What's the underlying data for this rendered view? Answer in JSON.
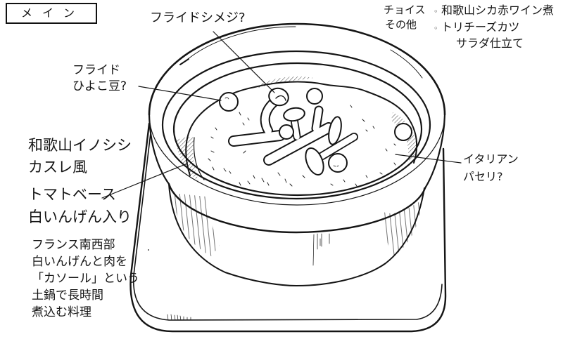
{
  "colors": {
    "ink": "#151515",
    "paper": "#ffffff"
  },
  "title_box": {
    "label": "メイン"
  },
  "annotations": {
    "fried_shimeji": "フライドシメジ?",
    "fried_chickpea": [
      "フライド",
      "ひよこ豆?"
    ],
    "dish_name": [
      "和歌山イノシシ",
      "カスレ風"
    ],
    "base": [
      "トマトベース",
      "白いんげん入り"
    ],
    "description": [
      "フランス南西部",
      "白いんげんと肉を",
      "「カソール」という",
      "土鍋で長時間",
      "煮込む料理"
    ],
    "italian_parsley": [
      "イタリアン",
      "パセリ?"
    ]
  },
  "choices": {
    "label": [
      "チョイス",
      "その他"
    ],
    "items": [
      {
        "bullet": "◦",
        "lines": [
          "和歌山シカ赤ワイン煮"
        ]
      },
      {
        "bullet": "◦",
        "lines": [
          "トリチーズカツ",
          "サラダ仕立て"
        ]
      }
    ]
  }
}
